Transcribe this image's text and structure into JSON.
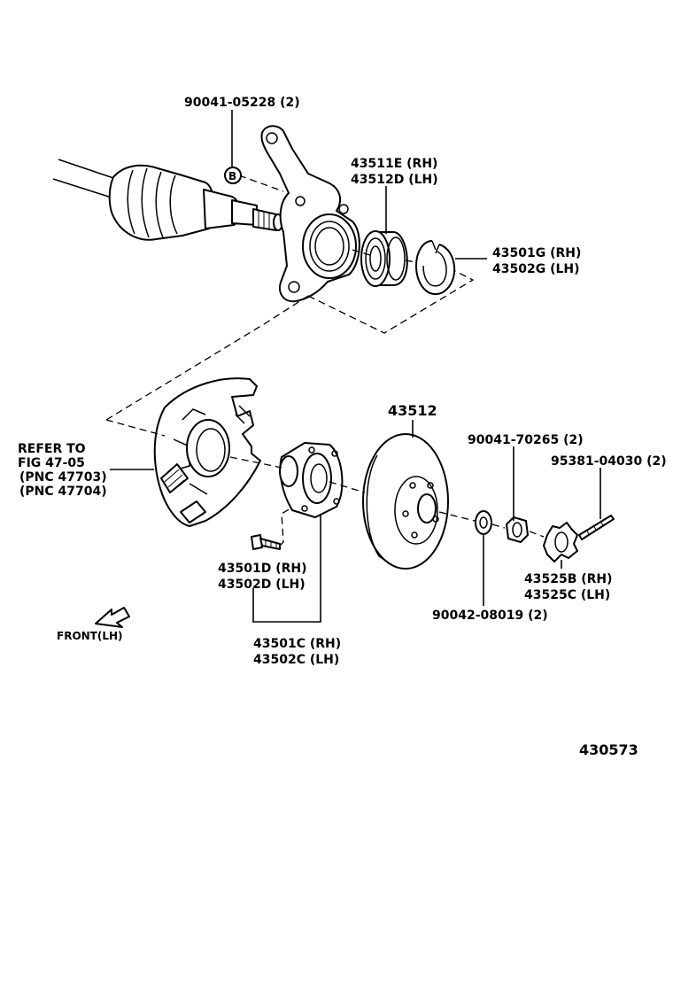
{
  "labels": {
    "bolt_90041_05228": "90041-05228 (2)",
    "b_marker": "B",
    "bearing_rh": "43511E (RH)",
    "bearing_lh": "43512D (LH)",
    "snapring_rh": "43501G (RH)",
    "snapring_lh": "43502G (LH)",
    "refer_1": "REFER TO",
    "refer_2": "FIG 47-05",
    "refer_3": "(PNC 47703)",
    "refer_4": "(PNC 47704)",
    "disc": "43512",
    "nut_90041_70265": "90041-70265 (2)",
    "cotter_95381": "95381-04030 (2)",
    "hubbolt_rh": "43501D (RH)",
    "hubbolt_lh": "43502D (LH)",
    "hub_rh": "43501C (RH)",
    "hub_lh": "43502C (LH)",
    "washer_90042": "90042-08019 (2)",
    "lockcap_rh": "43525B (RH)",
    "lockcap_lh": "43525C (LH)",
    "front": "FRONT(LH)",
    "figure_no": "430573"
  }
}
